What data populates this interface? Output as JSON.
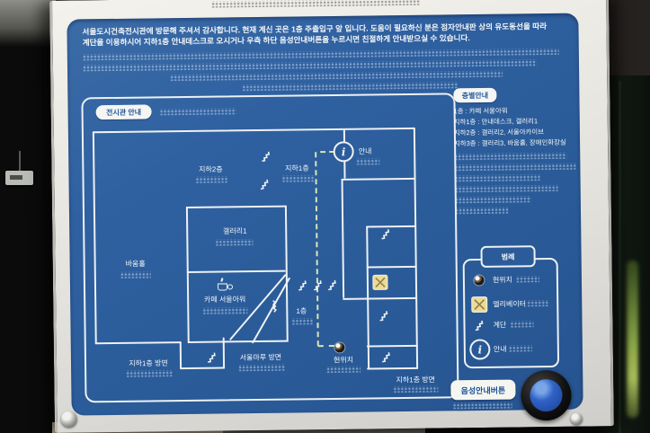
{
  "intro": {
    "lines": [
      "서울도시건축전시관에 방문해 주셔서 감사합니다. 현재 계신 곳은 1층 주출입구 앞 입니다. 도움이 필요하신 분은 점자안내판 상의 유도동선을 따라",
      "계단을 이용하시어 지하1층 안내데스크로 오시거나 우측 하단 음성안내버튼을 누르시면 친절하게 안내받으실 수 있습니다."
    ]
  },
  "map": {
    "title": "전시관 안내",
    "labels": {
      "b2": "지하2층",
      "b1": "지하1층",
      "gallery1": "갤러리1",
      "baum_hall": "바움홀",
      "cafe": "카페 서울아워",
      "f1": "1층",
      "info": "안내",
      "current": "현위치",
      "seoulmaru": "서울마루 방면",
      "to_b1_left": "지하1층 방면",
      "to_b1_right": "지하1층 방면"
    }
  },
  "floor_guide": {
    "title": "층별안내",
    "lines": [
      "1층 : 카페 서울아워",
      "지하1층 : 안내데스크, 갤러리1",
      "지하2층 : 갤러리2, 서울아카이브",
      "지하3층 : 갤러리3, 바움홀, 장애인화장실"
    ]
  },
  "legend": {
    "title": "범례",
    "items": [
      {
        "icon": "current-location-icon",
        "label": "현위치"
      },
      {
        "icon": "elevator-icon",
        "label": "엘리베이터"
      },
      {
        "icon": "stairs-icon",
        "label": "계단"
      },
      {
        "icon": "info-icon",
        "label": "안내"
      }
    ]
  },
  "voice_button": {
    "label": "음성안내버튼"
  },
  "icons": {
    "info_glyph": "i"
  },
  "colors": {
    "panel_blue": "#2b5c99",
    "wall_line": "#edf1f4",
    "elevator_yellow": "#ecdb96",
    "path_dash_green": "#d9e6b2",
    "button_blue": "#2f63c6"
  }
}
